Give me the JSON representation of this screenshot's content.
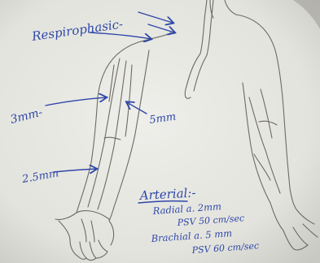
{
  "labels": {
    "respirophasic": "Respirophasic-",
    "mm3": "3mm-",
    "mm25": "2.5mm",
    "mm5": "5mm"
  },
  "notes": {
    "arterial_heading": "Arterial:-",
    "radial_line1": "Radial a. 2mm",
    "radial_line2": "PSV 50 cm/sec",
    "brachial_line1": "Brachial a. 5 mm",
    "brachial_line2": "PSV 60 cm/sec"
  },
  "colors": {
    "paper": "#e9e9e4",
    "pencil": "#6d6a63",
    "pen": "#2e47a8"
  }
}
